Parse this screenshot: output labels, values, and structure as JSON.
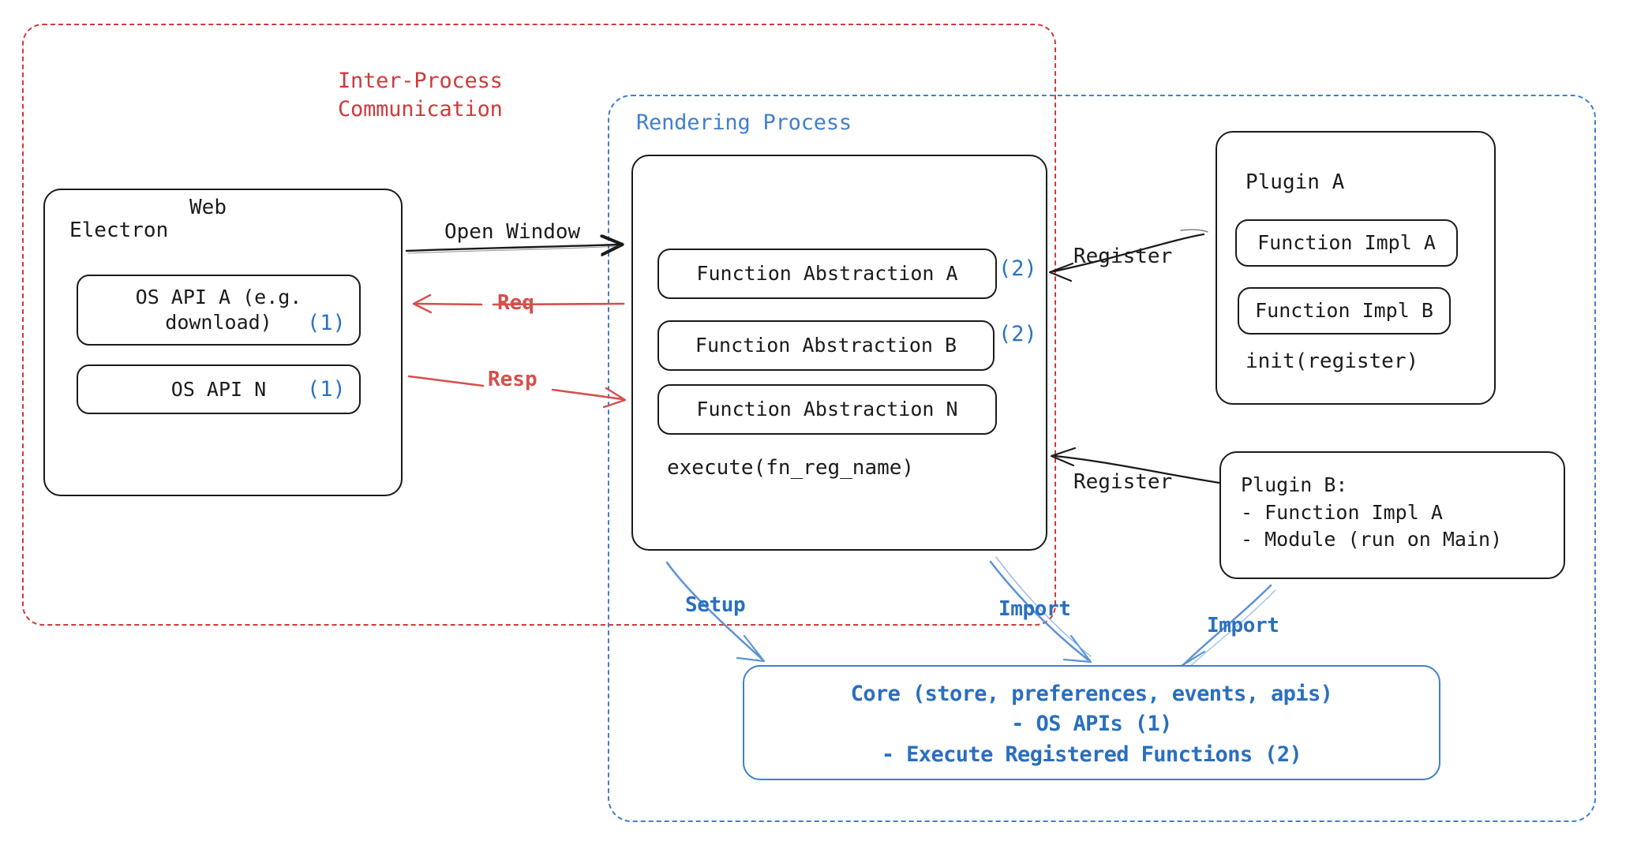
{
  "diagram": {
    "title": "Electron plugin architecture",
    "colors": {
      "ipc_red": "#cf3a3a",
      "arrow_red": "#d4504c",
      "process_blue": "#3f7fd0",
      "core_blue": "#2a6fc0",
      "marker_blue": "#2a72c4",
      "stroke_dark": "#1b1b1b",
      "background": "#ffffff"
    }
  },
  "containers": {
    "ipc": {
      "label": "Inter-Process\nCommunication",
      "style": "dashed",
      "color": "#cf3a3a"
    },
    "rendering": {
      "label": "Rendering Process",
      "style": "dashed",
      "color": "#3f7fd0"
    }
  },
  "nodes": {
    "electron": {
      "title": "Electron",
      "children": [
        {
          "label": "OS API A (e.g.\ndownload)",
          "marker": "(1)"
        },
        {
          "label": "OS API N",
          "marker": "(1)"
        }
      ]
    },
    "web": {
      "title": "Web",
      "children": [
        {
          "label": "Function Abstraction A",
          "marker": "(2)"
        },
        {
          "label": "Function Abstraction B",
          "marker": "(2)"
        },
        {
          "label": "Function Abstraction N",
          "marker": ""
        }
      ],
      "footer": "execute(fn_reg_name)"
    },
    "plugin_a": {
      "title": "Plugin A",
      "children": [
        {
          "label": "Function Impl A"
        },
        {
          "label": "Function Impl B"
        }
      ],
      "footer": "init(register)"
    },
    "plugin_b": {
      "text": "Plugin B:\n- Function Impl A\n- Module (run on Main)"
    },
    "core": {
      "text": "Core (store, preferences, events, apis)\n- OS APIs (1)\n- Execute Registered Functions (2)"
    }
  },
  "edges": [
    {
      "id": "open-window",
      "label": "Open Window",
      "from": "electron",
      "to": "web",
      "color": "dark",
      "direction": "right"
    },
    {
      "id": "req",
      "label": "Req",
      "from": "web",
      "to": "electron",
      "color": "red",
      "direction": "left"
    },
    {
      "id": "resp",
      "label": "Resp",
      "from": "electron",
      "to": "web",
      "color": "red",
      "direction": "right"
    },
    {
      "id": "register-1",
      "label": "Register",
      "from": "plugin_a",
      "to": "web",
      "color": "dark",
      "direction": "left"
    },
    {
      "id": "register-2",
      "label": "Register",
      "from": "plugin_b",
      "to": "web",
      "color": "dark",
      "direction": "left"
    },
    {
      "id": "setup",
      "label": "Setup",
      "from": "web",
      "to": "core",
      "color": "blue",
      "direction": "down"
    },
    {
      "id": "import-1",
      "label": "Import",
      "from": "web",
      "to": "core",
      "color": "blue",
      "direction": "down"
    },
    {
      "id": "import-2",
      "label": "Import",
      "from": "plugin_b",
      "to": "core",
      "color": "blue",
      "direction": "down-left"
    }
  ]
}
